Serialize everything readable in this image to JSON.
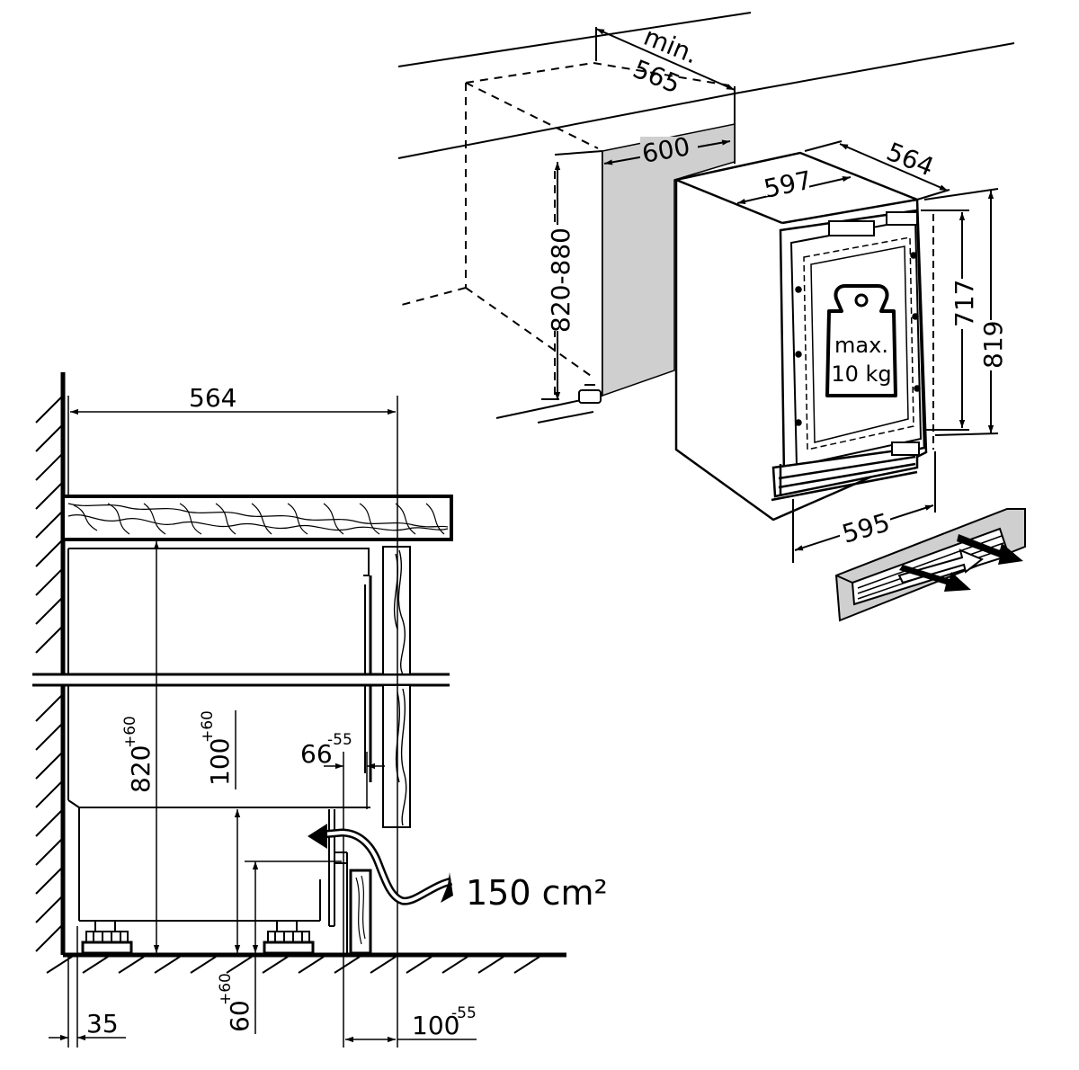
{
  "iso_view": {
    "dim_min_label": "min.",
    "dim_min_value": "565",
    "dim_width_niche": "600",
    "dim_height_niche": "820-880",
    "dim_top_width": "597",
    "dim_depth": "564",
    "dim_door_height": "717",
    "dim_total_height": "819",
    "dim_base_width": "595",
    "weight_line1": "max.",
    "weight_line2": "10 kg"
  },
  "section_view": {
    "dim_depth": "564",
    "dim_height": "820",
    "dim_height_tol": "+60",
    "dim_plinth": "100",
    "dim_plinth_tol": "+60",
    "dim_gap": "66",
    "dim_gap_tol": "-55",
    "dim_foot": "60",
    "dim_foot_tol": "+60",
    "dim_left": "35",
    "dim_plinth_depth": "100",
    "dim_plinth_depth_tol": "-55",
    "vent_area": "150 cm²"
  }
}
